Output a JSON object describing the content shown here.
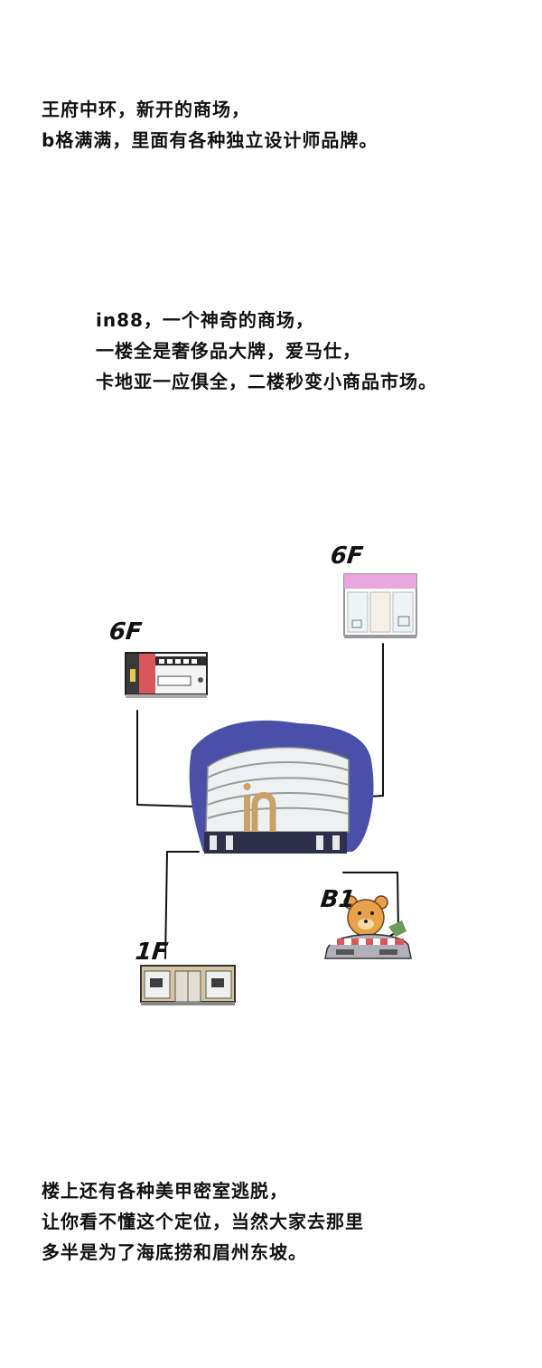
{
  "intro": {
    "lines": [
      "王府中环，新开的商场，",
      "b格满满，里面有各种独立设计师品牌。"
    ]
  },
  "description": {
    "lines": [
      "in88，一个神奇的商场，",
      "一楼全是奢侈品大牌，爱马仕，",
      "卡地亚一应俱全，二楼秒变小商品市场。"
    ]
  },
  "floor_map": {
    "labels": {
      "floor_6f_left": "6F",
      "floor_6f_right": "6F",
      "floor_b1": "B1",
      "floor_1f": "1F"
    },
    "colors": {
      "mall_backdrop": "#4a4fa8",
      "store_red": "#d9575a",
      "store_pink": "#e9a6e0",
      "bear": "#e8a24a",
      "store_gold": "#c9a26a"
    }
  },
  "outro": {
    "lines": [
      "楼上还有各种美甲密室逃脱，",
      "让你看不懂这个定位，当然大家去那里",
      "多半是为了海底捞和眉州东坡。"
    ]
  }
}
